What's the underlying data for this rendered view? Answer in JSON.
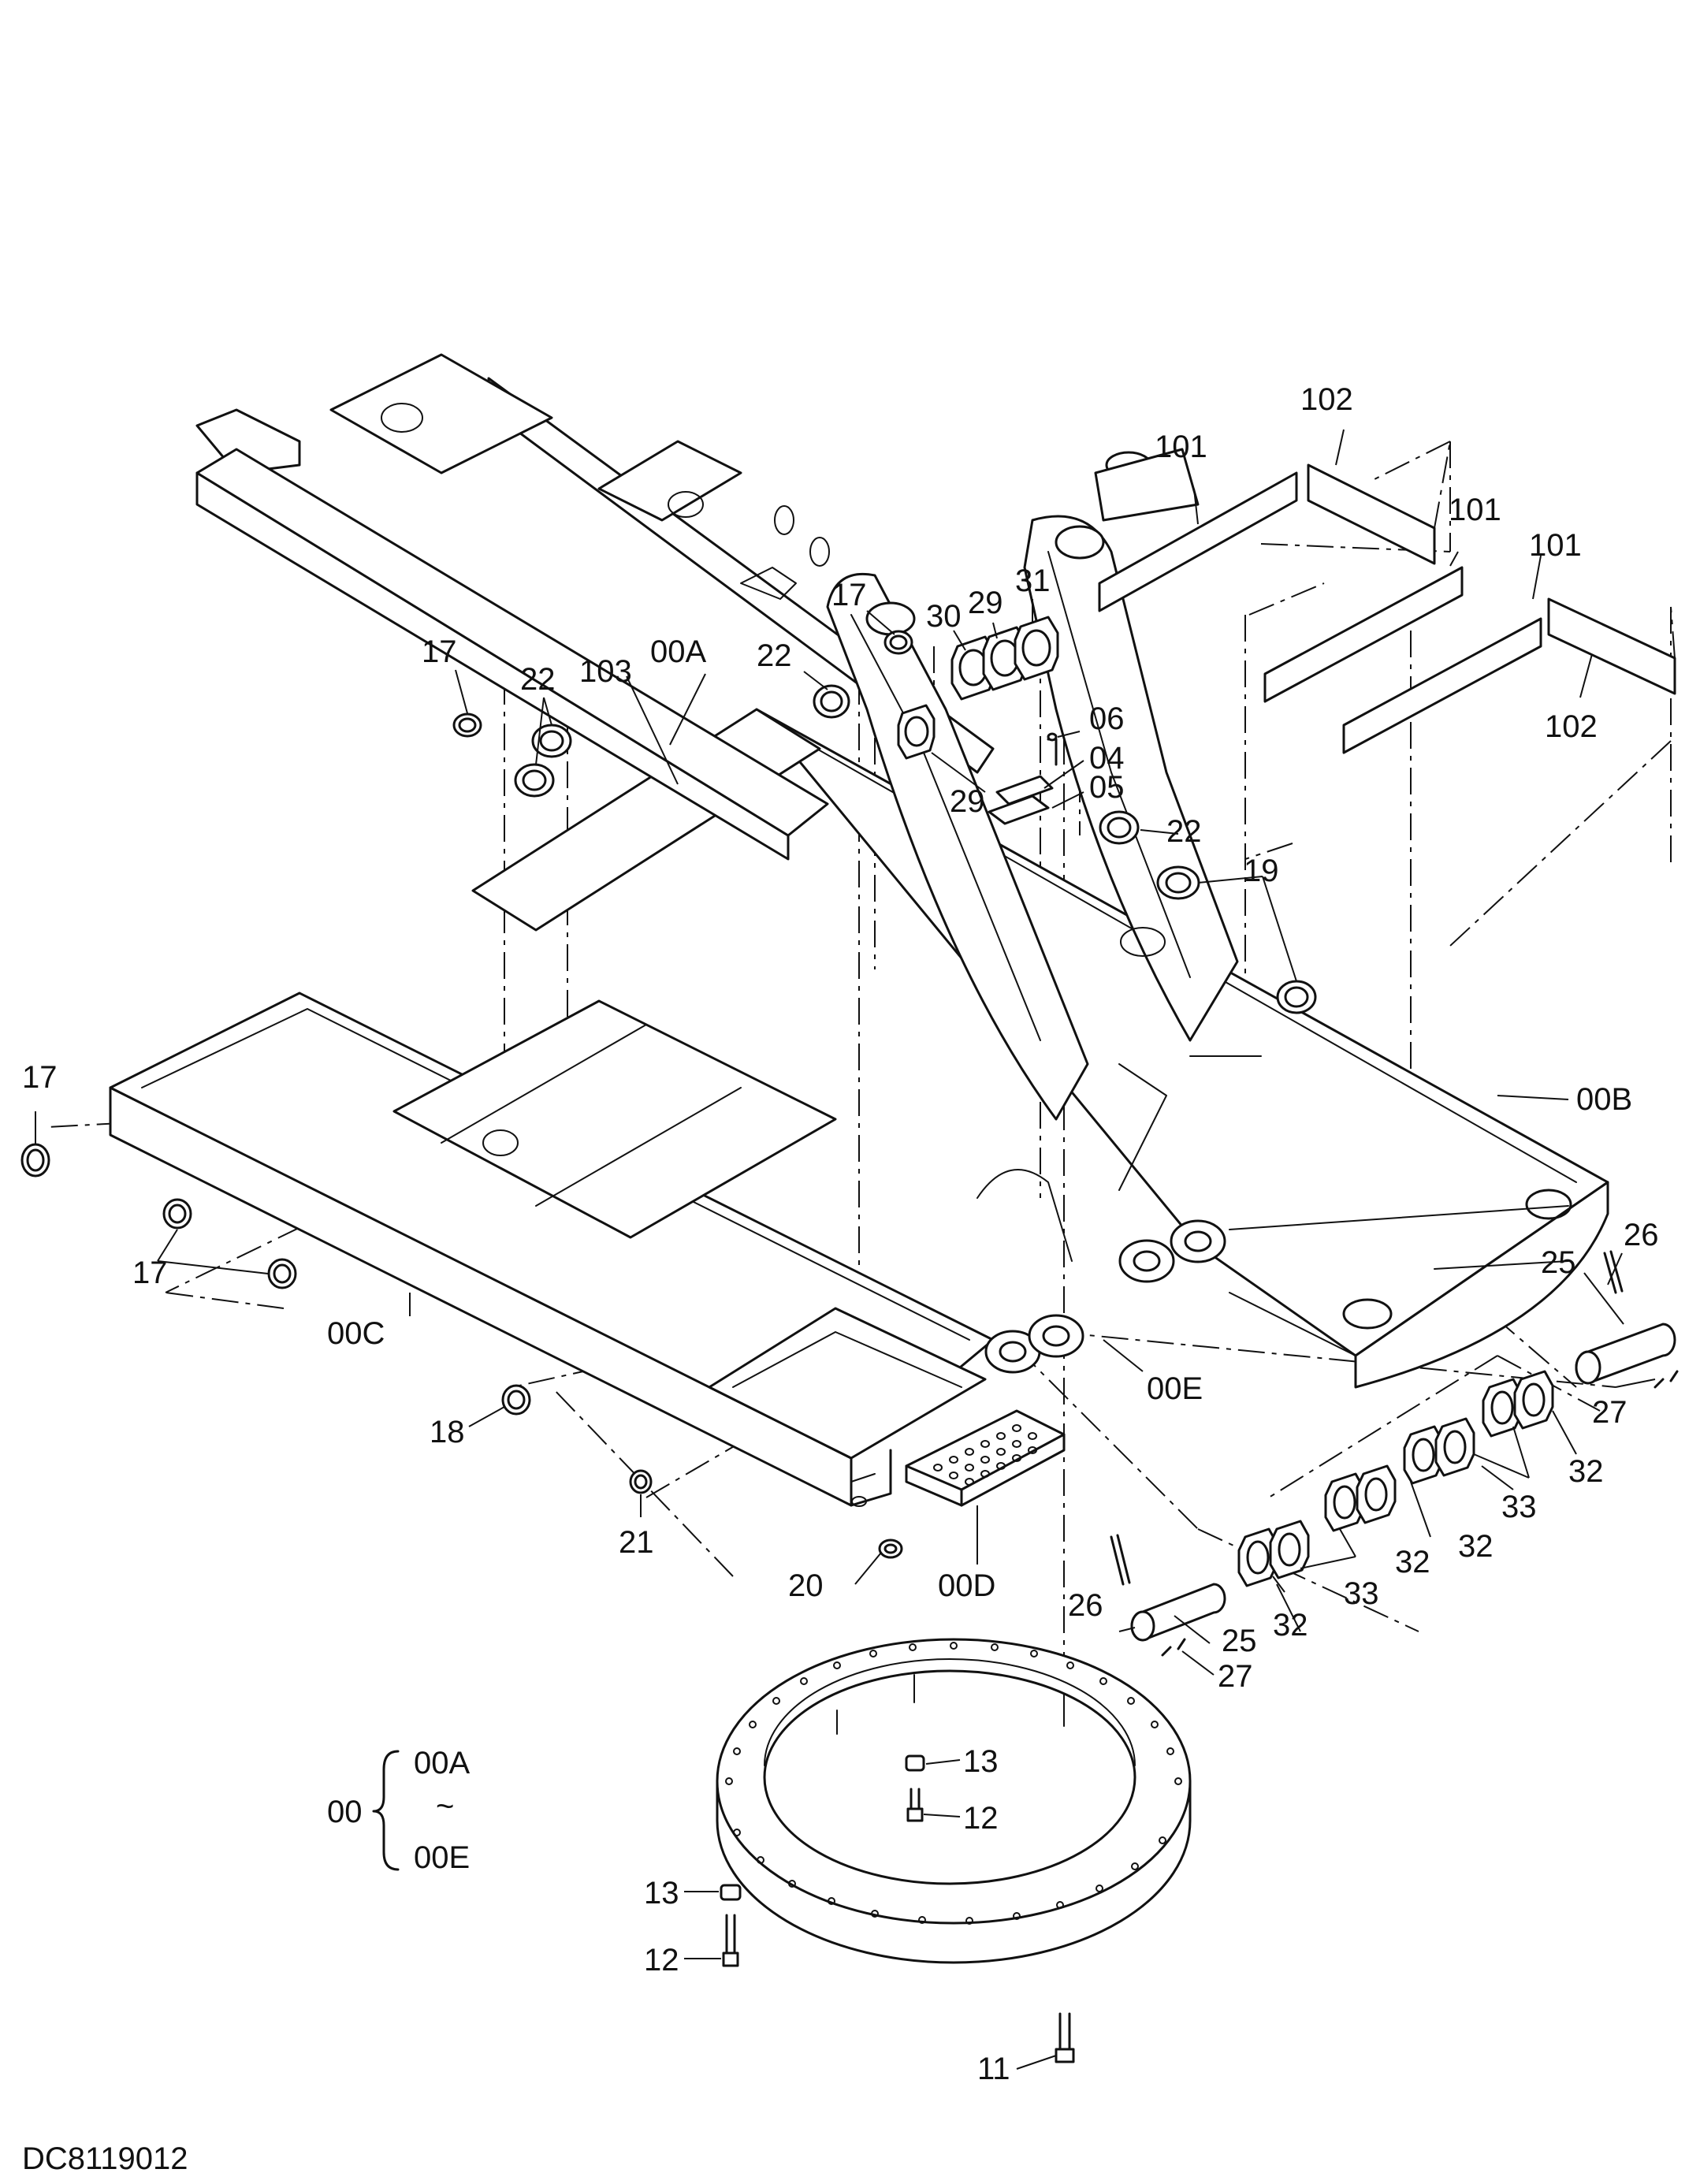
{
  "drawing_code": "DC8119012",
  "legend": {
    "group": "00",
    "range_start": "00A",
    "range_sep": "~",
    "range_end": "00E"
  },
  "labels": [
    {
      "id": "101a",
      "text": "101"
    },
    {
      "id": "102a",
      "text": "102"
    },
    {
      "id": "101b",
      "text": "101"
    },
    {
      "id": "101c",
      "text": "101"
    },
    {
      "id": "102b",
      "text": "102"
    },
    {
      "id": "17a",
      "text": "17"
    },
    {
      "id": "30",
      "text": "30"
    },
    {
      "id": "29a",
      "text": "29"
    },
    {
      "id": "31",
      "text": "31"
    },
    {
      "id": "17b",
      "text": "17"
    },
    {
      "id": "22a",
      "text": "22"
    },
    {
      "id": "103",
      "text": "103"
    },
    {
      "id": "00A",
      "text": "00A"
    },
    {
      "id": "22b",
      "text": "22"
    },
    {
      "id": "06",
      "text": "06"
    },
    {
      "id": "04",
      "text": "04"
    },
    {
      "id": "05",
      "text": "05"
    },
    {
      "id": "29b",
      "text": "29"
    },
    {
      "id": "22c",
      "text": "22"
    },
    {
      "id": "19",
      "text": "19"
    },
    {
      "id": "17c",
      "text": "17"
    },
    {
      "id": "00B",
      "text": "00B"
    },
    {
      "id": "26a",
      "text": "26"
    },
    {
      "id": "25a",
      "text": "25"
    },
    {
      "id": "17d",
      "text": "17"
    },
    {
      "id": "27a",
      "text": "27"
    },
    {
      "id": "00C",
      "text": "00C"
    },
    {
      "id": "00E",
      "text": "00E"
    },
    {
      "id": "18",
      "text": "18"
    },
    {
      "id": "32a",
      "text": "32"
    },
    {
      "id": "33a",
      "text": "33"
    },
    {
      "id": "32b",
      "text": "32"
    },
    {
      "id": "32c",
      "text": "32"
    },
    {
      "id": "21",
      "text": "21"
    },
    {
      "id": "20",
      "text": "20"
    },
    {
      "id": "00D",
      "text": "00D"
    },
    {
      "id": "33b",
      "text": "33"
    },
    {
      "id": "26b",
      "text": "26"
    },
    {
      "id": "32d",
      "text": "32"
    },
    {
      "id": "25b",
      "text": "25"
    },
    {
      "id": "27b",
      "text": "27"
    },
    {
      "id": "13a",
      "text": "13"
    },
    {
      "id": "12a",
      "text": "12"
    },
    {
      "id": "13b",
      "text": "13"
    },
    {
      "id": "12b",
      "text": "12"
    },
    {
      "id": "11",
      "text": "11"
    }
  ]
}
